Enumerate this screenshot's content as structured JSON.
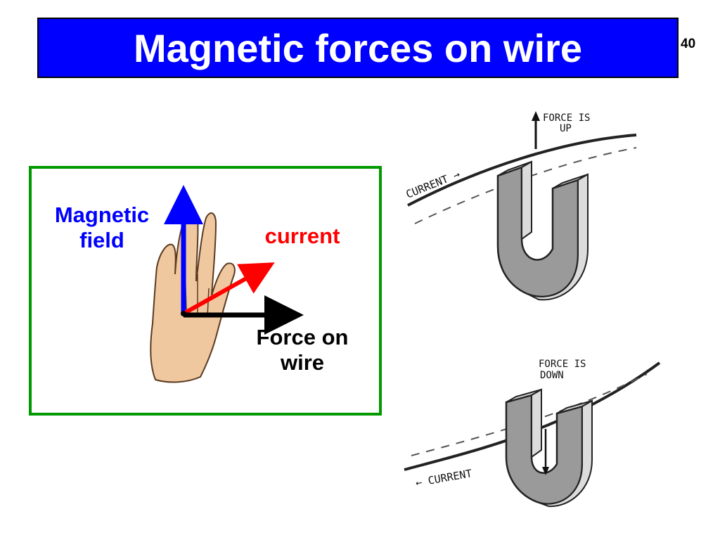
{
  "slide": {
    "title": "Magnetic forces on wire",
    "number": "40"
  },
  "hand_rule": {
    "field_label": "Magnetic\nfield",
    "current_label": "current",
    "force_label": "Force on\nwire"
  },
  "magnet_top": {
    "force_label_line1": "FORCE IS",
    "force_label_line2": "UP",
    "current_label": "CURRENT →"
  },
  "magnet_bottom": {
    "force_label_line1": "FORCE IS",
    "force_label_line2": "DOWN",
    "current_label": "← CURRENT"
  },
  "colors": {
    "title_background": "#0000ff",
    "title_text": "#ffffff",
    "box_border": "#009900",
    "field": "#0000ff",
    "current": "#ff0000",
    "force": "#000000",
    "skin": "#f0c8a0"
  }
}
